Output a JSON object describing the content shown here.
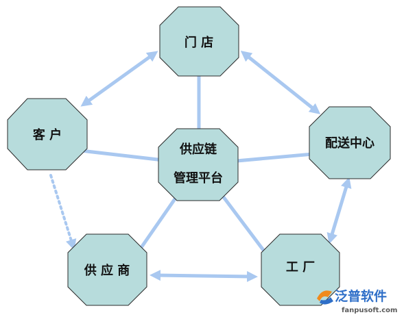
{
  "nodes": {
    "store": "门 店",
    "customer": "客 户",
    "distribution": "配送中心",
    "platform_line1": "供应链",
    "platform_line2": "管理平台",
    "supplier": "供 应 商",
    "factory": "工 厂"
  },
  "watermark": {
    "brand": "泛普软件",
    "url": "fanpusoft.com"
  },
  "colors": {
    "node_fill": "#b7dcdc",
    "node_stroke": "#2a2a2a",
    "connector": "#a9c8f0",
    "brand_blue": "#2f6fc8",
    "brand_orange": "#f08a1c"
  }
}
